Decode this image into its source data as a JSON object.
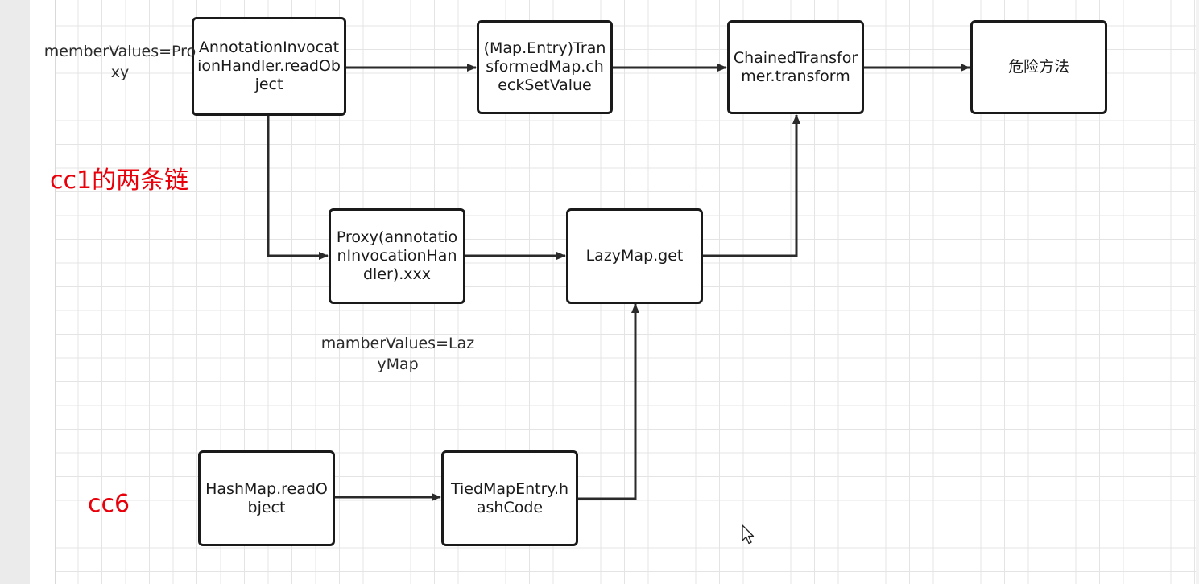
{
  "theme": {
    "node_border": "#1a1a1a",
    "edge": "#2a2a2a",
    "title_color": "#e8000b",
    "grid": "#e4e4e4"
  },
  "nodes": {
    "annotation_readobject": "AnnotationInvocationHandler.readObject",
    "transformed_map_checksetvalue": "(Map.Entry)TransformedMap.checkSetValue",
    "chained_transformer_transform": "ChainedTransformer.transform",
    "dangerous_method": "危险方法",
    "proxy_invocation_handler": "Proxy(annotationInvocationHandler).xxx",
    "lazymap_get": "LazyMap.get",
    "hashmap_readobject": "HashMap.readObject",
    "tiedmapentry_hashcode": "TiedMapEntry.hashCode"
  },
  "notes": {
    "member_values_proxy": "memberValues=Proxy",
    "mamber_values_lazymap": "mamberValues=LazyMap"
  },
  "titles": {
    "cc1": "cc1的两条链",
    "cc6": "cc6"
  },
  "icons": {
    "cursor": "mouse-pointer-icon"
  }
}
